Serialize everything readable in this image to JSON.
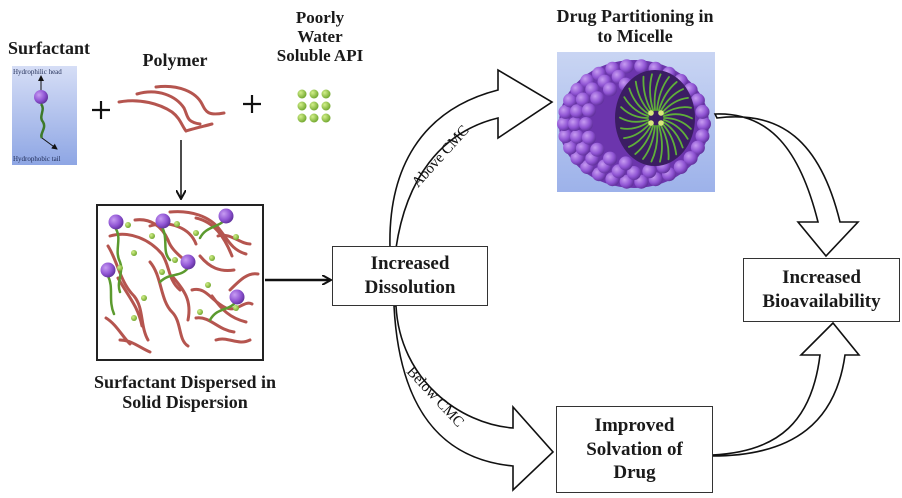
{
  "labels": {
    "surfactant": "Surfactant",
    "hydrophilic_head": "Hydrophilic head",
    "hydrophobic_tail": "Hydrophobic tail",
    "polymer": "Polymer",
    "api_line1": "Poorly",
    "api_line2": "Water",
    "api_line3": "Soluble API",
    "micelle_line1": "Drug Partitioning in",
    "micelle_line2": "to Micelle",
    "dispersion_line1": "Surfactant Dispersed in",
    "dispersion_line2": "Solid  Dispersion",
    "plus": "+"
  },
  "boxes": {
    "dissolution_line1": "Increased",
    "dissolution_line2": "Dissolution",
    "bioavailability_line1": "Increased",
    "bioavailability_line2": "Bioavailability",
    "solvation_line1": "Improved",
    "solvation_line2": "Solvation of",
    "solvation_line3": "Drug"
  },
  "arrows": {
    "above": "Above CMC",
    "below": "Below CMC"
  },
  "colors": {
    "surfactant_head": "#8e4fc8",
    "surfactant_tail": "#4e8a2e",
    "polymer": "#b5554f",
    "api_particle": "#8fc23f",
    "panel_bg": "#b9c9ee",
    "micelle_sphere": "#9257d6",
    "micelle_core": "#3f8a2e"
  }
}
